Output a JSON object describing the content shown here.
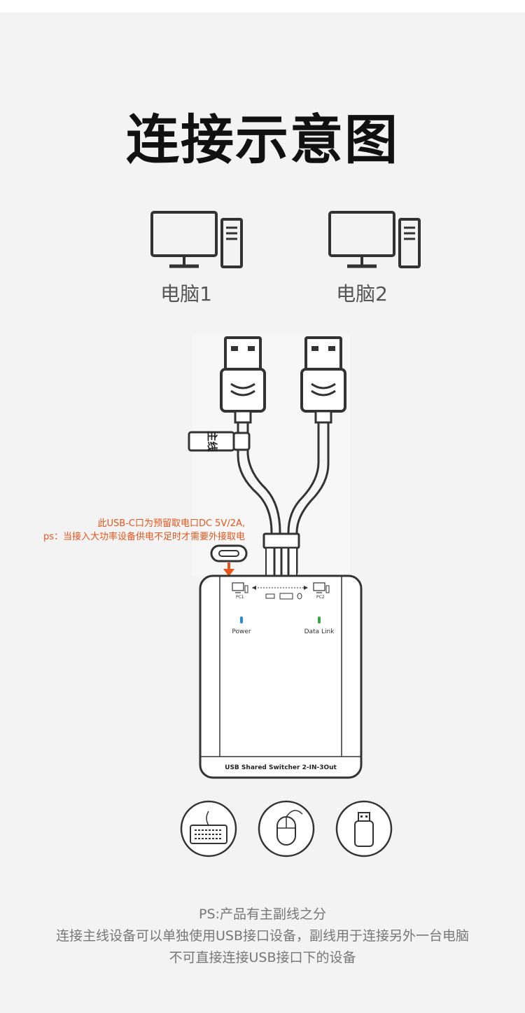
{
  "title": "连接示意图",
  "computers": [
    {
      "label": "电脑1",
      "icon": "desktop-computer-icon"
    },
    {
      "label": "电脑2",
      "icon": "desktop-computer-icon"
    }
  ],
  "cable": {
    "main_tag": "主线"
  },
  "usb_c_note": {
    "line1": "此USB-C口为预留取电口DC 5V/2A,",
    "line2": "ps：当接入大功率设备供电不足时才需要外接取电",
    "accent_color": "#e8541a"
  },
  "device": {
    "port_labels": [
      "PC1",
      "PC2"
    ],
    "leds": [
      {
        "label": "Power",
        "color": "#2a8ad6"
      },
      {
        "label": "Data Link",
        "color": "#3aa64a"
      }
    ],
    "model_name": "USB Shared Switcher 2-IN-3Out"
  },
  "peripherals": [
    {
      "icon": "keyboard-icon"
    },
    {
      "icon": "mouse-icon"
    },
    {
      "icon": "usb-drive-icon"
    }
  ],
  "ps_note": {
    "line1": "PS:产品有主副线之分",
    "line2": "连接主线设备可以单独使用USB接口设备，副线用于连接另外一台电脑",
    "line3": "不可直接连接USB接口下的设备"
  }
}
